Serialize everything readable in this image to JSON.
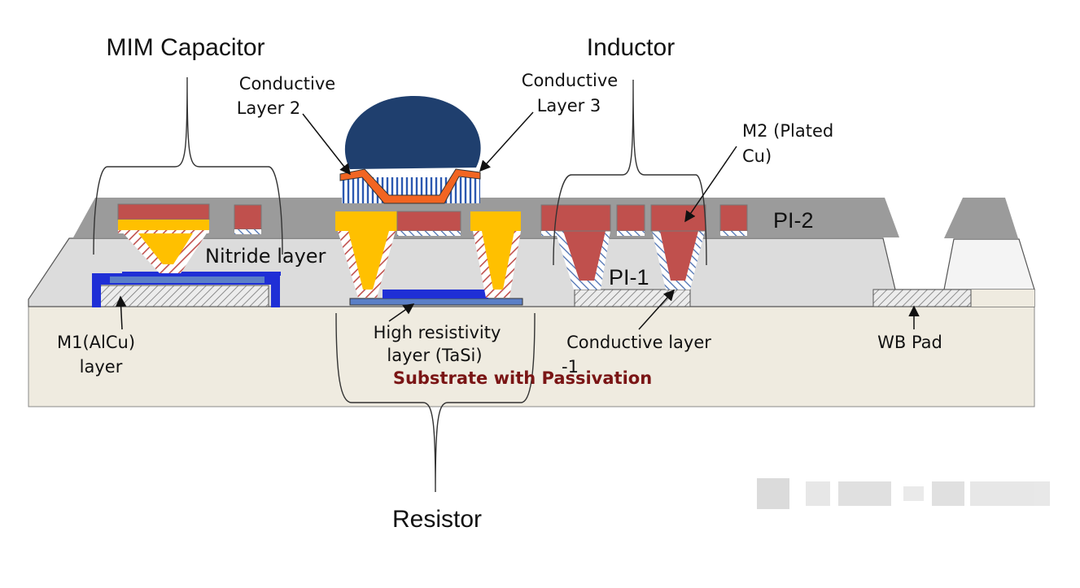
{
  "labels": {
    "mim_capacitor": "MIM Capacitor",
    "inductor": "Inductor",
    "resistor": "Resistor",
    "conductive_layer_2": [
      "Conductive",
      "Layer 2"
    ],
    "conductive_layer_3": [
      "Conductive",
      "Layer 3"
    ],
    "m2_plated_cu": [
      "M2 (Plated",
      "Cu)"
    ],
    "pi2": "PI-2",
    "pi1": "PI-1",
    "nitride_layer": "Nitride layer",
    "m1_alcu": [
      "M1(AlCu)",
      "layer"
    ],
    "high_resistivity": [
      "High  resistivity",
      "layer (TaSi)"
    ],
    "conductive_layer_1": [
      "Conductive layer",
      "-1"
    ],
    "wb_pad": "WB Pad",
    "substrate": "Substrate with Passivation"
  },
  "colors": {
    "substrate": "#efebe0",
    "pi1": "#d9d9d9",
    "pi2": "#9b9b9b",
    "m2_cu": "#c0504d",
    "gold": "#ffc000",
    "blue_metal": "#1f2fd6",
    "light_blue": "#5b7fc7",
    "bump": "#1f3f6e",
    "orange": "#f26522"
  }
}
